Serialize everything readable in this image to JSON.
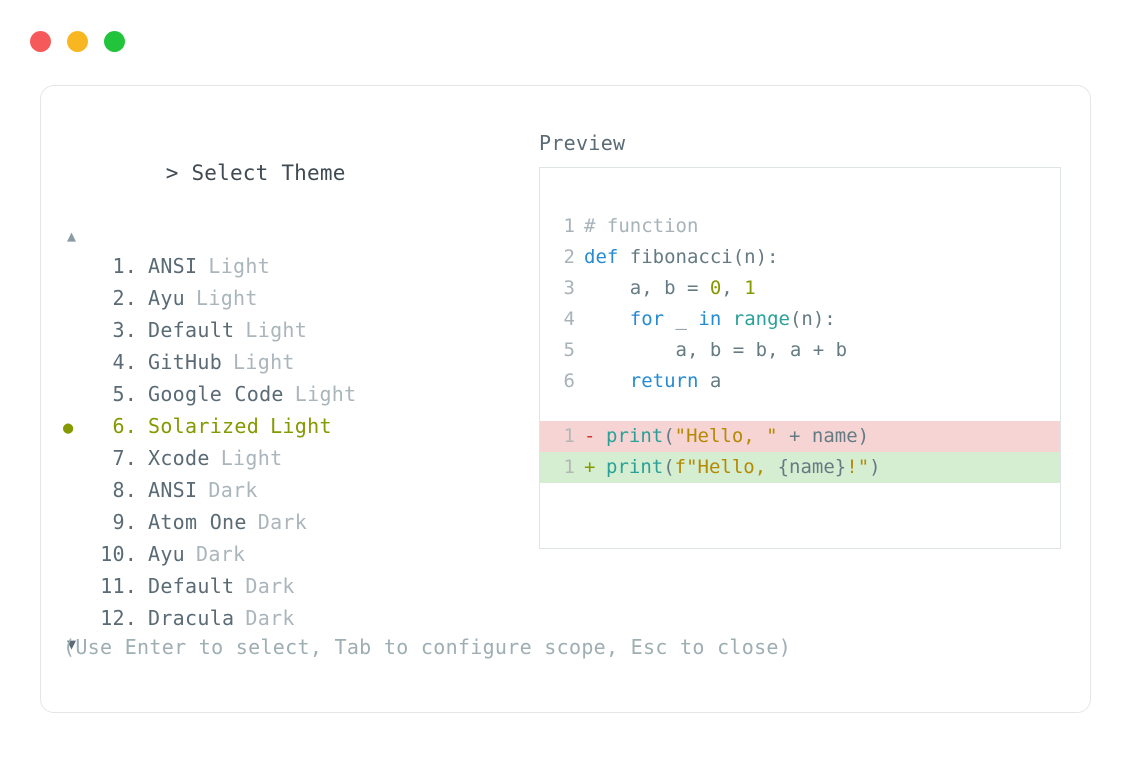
{
  "window": {
    "traffic_lights": [
      {
        "name": "close",
        "color": "#f5595a"
      },
      {
        "name": "minimize",
        "color": "#f8b720"
      },
      {
        "name": "maximize",
        "color": "#21c43a"
      }
    ]
  },
  "prompt": {
    "caret": ">",
    "title": "Select Theme"
  },
  "scroll": {
    "up": "▲",
    "down": "▼"
  },
  "themes": {
    "selected_index": 6,
    "selected_bullet": "●",
    "items": [
      {
        "number": "1.",
        "name": "ANSI",
        "variant": "Light"
      },
      {
        "number": "2.",
        "name": "Ayu",
        "variant": "Light"
      },
      {
        "number": "3.",
        "name": "Default",
        "variant": "Light"
      },
      {
        "number": "4.",
        "name": "GitHub",
        "variant": "Light"
      },
      {
        "number": "5.",
        "name": "Google Code",
        "variant": "Light"
      },
      {
        "number": "6.",
        "name": "Solarized",
        "variant": "Light"
      },
      {
        "number": "7.",
        "name": "Xcode",
        "variant": "Light"
      },
      {
        "number": "8.",
        "name": "ANSI",
        "variant": "Dark"
      },
      {
        "number": "9.",
        "name": "Atom One",
        "variant": "Dark"
      },
      {
        "number": "10.",
        "name": "Ayu",
        "variant": "Dark"
      },
      {
        "number": "11.",
        "name": "Default",
        "variant": "Dark"
      },
      {
        "number": "12.",
        "name": "Dracula",
        "variant": "Dark"
      }
    ]
  },
  "preview": {
    "label": "Preview",
    "code_lines": [
      {
        "gutter": "1",
        "tokens": [
          {
            "text": "# function",
            "token": "comment"
          }
        ]
      },
      {
        "gutter": "2",
        "tokens": [
          {
            "text": "def ",
            "token": "kw"
          },
          {
            "text": "fibonacci(n):",
            "token": "plain"
          }
        ]
      },
      {
        "gutter": "3",
        "tokens": [
          {
            "text": "    a, b = ",
            "token": "plain"
          },
          {
            "text": "0",
            "token": "num"
          },
          {
            "text": ", ",
            "token": "plain"
          },
          {
            "text": "1",
            "token": "num"
          }
        ]
      },
      {
        "gutter": "4",
        "tokens": [
          {
            "text": "    ",
            "token": "plain"
          },
          {
            "text": "for",
            "token": "kw"
          },
          {
            "text": " _ ",
            "token": "plain"
          },
          {
            "text": "in",
            "token": "kw"
          },
          {
            "text": " ",
            "token": "plain"
          },
          {
            "text": "range",
            "token": "fn"
          },
          {
            "text": "(n):",
            "token": "plain"
          }
        ]
      },
      {
        "gutter": "5",
        "tokens": [
          {
            "text": "        a, b = b, a + b",
            "token": "plain"
          }
        ]
      },
      {
        "gutter": "6",
        "tokens": [
          {
            "text": "    ",
            "token": "plain"
          },
          {
            "text": "return",
            "token": "kw"
          },
          {
            "text": " a",
            "token": "plain"
          }
        ]
      }
    ],
    "diff_lines": [
      {
        "gutter": "1",
        "kind": "removed",
        "marker": "-",
        "tokens": [
          {
            "text": "print",
            "token": "fn"
          },
          {
            "text": "(",
            "token": "plain"
          },
          {
            "text": "\"Hello, \"",
            "token": "str"
          },
          {
            "text": " + name)",
            "token": "plain"
          }
        ]
      },
      {
        "gutter": "1",
        "kind": "added",
        "marker": "+",
        "tokens": [
          {
            "text": "print",
            "token": "fn"
          },
          {
            "text": "(",
            "token": "plain"
          },
          {
            "text": "f\"Hello, ",
            "token": "str"
          },
          {
            "text": "{name}",
            "token": "plain"
          },
          {
            "text": "!\"",
            "token": "str"
          },
          {
            "text": ")",
            "token": "plain"
          }
        ]
      }
    ]
  },
  "hint": "(Use Enter to select, Tab to configure scope, Esc to close)"
}
